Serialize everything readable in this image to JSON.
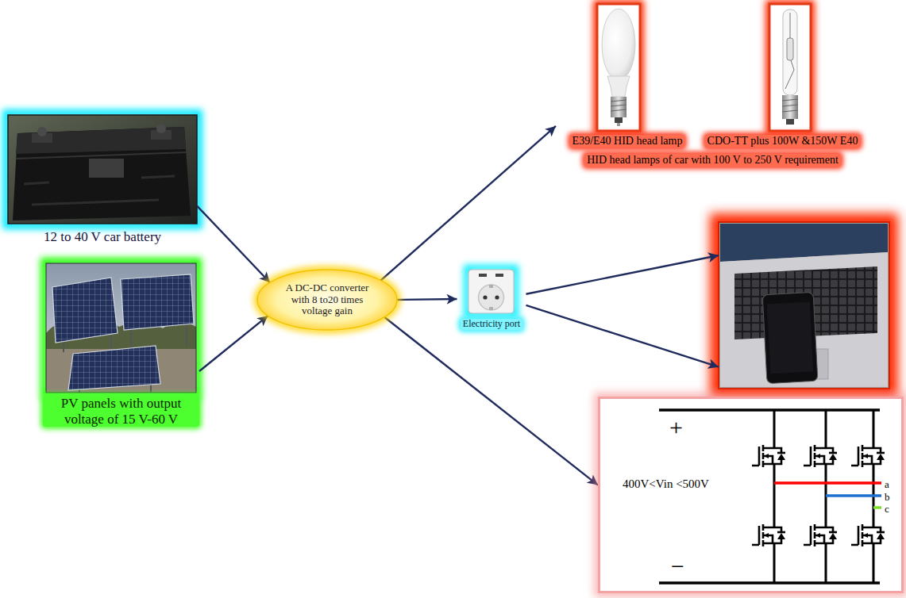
{
  "diagram": {
    "nodes": [
      {
        "text": [
          "12 to 40 V car battery"
        ]
      },
      {
        "text": [
          "PV panels with output voltage of 15 V-60 V"
        ]
      },
      {
        "text": [
          "A DC-DC converter with 8 to20 times voltage gain"
        ]
      },
      {
        "text": [
          "Electricity port"
        ]
      },
      {
        "text": [
          "E39/E40 HID head lamp"
        ]
      },
      {
        "text": [
          "CDO-TT plus 100W &150W E40"
        ]
      },
      {
        "text": []
      },
      {
        "text": [
          "400V<Vin <500V"
        ]
      }
    ],
    "edges": [
      {
        "from": 0,
        "to": 2,
        "arrow": "to"
      },
      {
        "from": 1,
        "to": 2,
        "arrow": "to"
      },
      {
        "from": 2,
        "to": 4,
        "arrow": "to"
      },
      {
        "from": 2,
        "to": 3,
        "arrow": "to"
      },
      {
        "from": 2,
        "to": 7,
        "arrow": "to"
      },
      {
        "from": 3,
        "to": 6,
        "arrow": "to"
      },
      {
        "from": 3,
        "to": 6,
        "arrow": "to"
      }
    ],
    "labels": [
      "HID head lamps of car with 100 V to 250 V requirement",
      "+",
      "−",
      "a",
      "b",
      "c"
    ]
  }
}
